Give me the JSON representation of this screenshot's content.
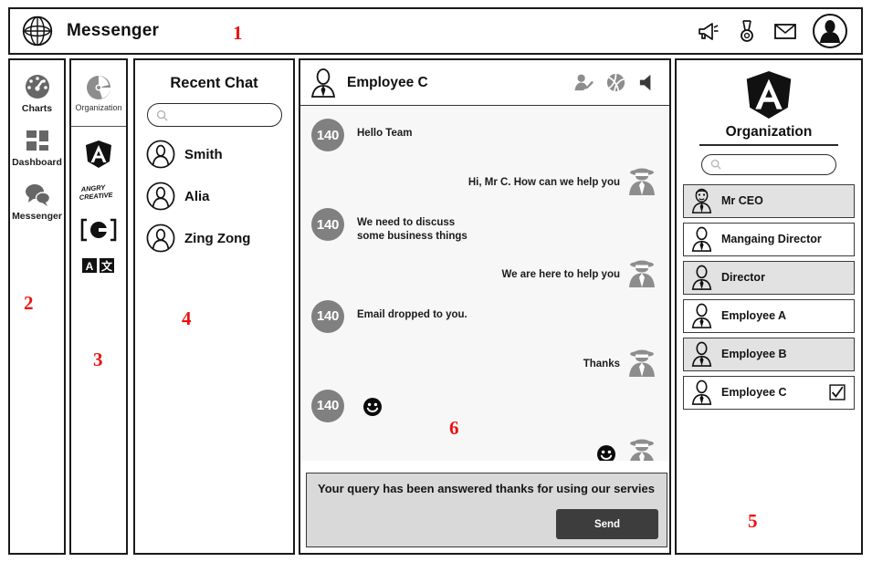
{
  "header": {
    "title": "Messenger",
    "logo_icon": "globe-icon",
    "icons": [
      {
        "name": "megaphone-icon"
      },
      {
        "name": "medal-icon"
      },
      {
        "name": "envelope-icon"
      },
      {
        "name": "user-avatar-icon"
      }
    ]
  },
  "annotations": [
    {
      "label": "1"
    },
    {
      "label": "2"
    },
    {
      "label": "3"
    },
    {
      "label": "4"
    },
    {
      "label": "5"
    },
    {
      "label": "6"
    }
  ],
  "nav_left": {
    "items": [
      {
        "label": "Charts",
        "icon": "gauge-icon"
      },
      {
        "label": "Dashboard",
        "icon": "grid-icon"
      },
      {
        "label": "Messenger",
        "icon": "chat-bubbles-icon"
      }
    ]
  },
  "rail": {
    "header_label": "Organization",
    "header_icon": "pie-chart-icon",
    "logos": [
      {
        "name": "angular-logo-icon"
      },
      {
        "name": "angry-creative-logo",
        "text_line1": "ANGRY",
        "text_line2": "CREATIVE"
      },
      {
        "name": "bracket-smiley-logo"
      },
      {
        "name": "translate-icon",
        "glyph_left": "A",
        "glyph_right": "文"
      }
    ]
  },
  "recent_chat": {
    "title": "Recent Chat",
    "search": {
      "placeholder": "",
      "value": "",
      "icon": "search-icon"
    },
    "contacts": [
      {
        "name": "Smith",
        "avatar": "user-circle-icon"
      },
      {
        "name": "Alia",
        "avatar": "user-circle-icon"
      },
      {
        "name": "Zing Zong",
        "avatar": "user-circle-icon"
      }
    ]
  },
  "conversation": {
    "contact_name": "Employee C",
    "contact_avatar": "user-tie-icon",
    "tools": [
      {
        "name": "edit-contact-icon"
      },
      {
        "name": "ball-icon"
      },
      {
        "name": "speaker-icon"
      }
    ],
    "messages": [
      {
        "side": "in",
        "text": "Hello Team",
        "avatar_label": "140",
        "type": "text"
      },
      {
        "side": "out",
        "text": "Hi, Mr C. How can we help you",
        "avatar": "spy-icon",
        "type": "text"
      },
      {
        "side": "in",
        "text": "We need to discuss some business things",
        "avatar_label": "140",
        "type": "text"
      },
      {
        "side": "out",
        "text": "We are here to help you",
        "avatar": "spy-icon",
        "type": "text"
      },
      {
        "side": "in",
        "text": "Email dropped to you.",
        "avatar_label": "140",
        "type": "text"
      },
      {
        "side": "out",
        "text": "Thanks",
        "avatar": "spy-icon",
        "type": "text"
      },
      {
        "side": "in",
        "text": "",
        "avatar_label": "140",
        "type": "emoji",
        "emoji": "smiley-icon"
      },
      {
        "side": "out",
        "text": "",
        "avatar": "spy-icon",
        "type": "emoji",
        "emoji": "smiley-icon"
      }
    ],
    "compose": {
      "value": "Your query has been answered thanks for using our servies",
      "placeholder": "",
      "send_label": "Send"
    }
  },
  "organization": {
    "logo_icon": "angular-logo-icon",
    "title": "Organization",
    "search": {
      "placeholder": "",
      "value": "",
      "icon": "search-icon"
    },
    "members": [
      {
        "name": "Mr CEO",
        "shaded": true,
        "checked": false,
        "avatar": "old-man-icon"
      },
      {
        "name": "Mangaing Director",
        "shaded": false,
        "checked": false,
        "avatar": "user-tie-icon"
      },
      {
        "name": "Director",
        "shaded": true,
        "checked": false,
        "avatar": "user-tie-icon"
      },
      {
        "name": "Employee A",
        "shaded": false,
        "checked": false,
        "avatar": "user-tie-icon"
      },
      {
        "name": "Employee B",
        "shaded": true,
        "checked": false,
        "avatar": "user-tie-icon"
      },
      {
        "name": "Employee C",
        "shaded": false,
        "checked": true,
        "avatar": "user-tie-icon"
      }
    ]
  },
  "colors": {
    "annotation_red": "#ee1111",
    "avatar_gray": "#808080",
    "row_shade": "#e2e2e2",
    "send_button": "#3d3d3d",
    "compose_bg": "#d9d9d9",
    "message_bg": "#f7f7f7"
  }
}
